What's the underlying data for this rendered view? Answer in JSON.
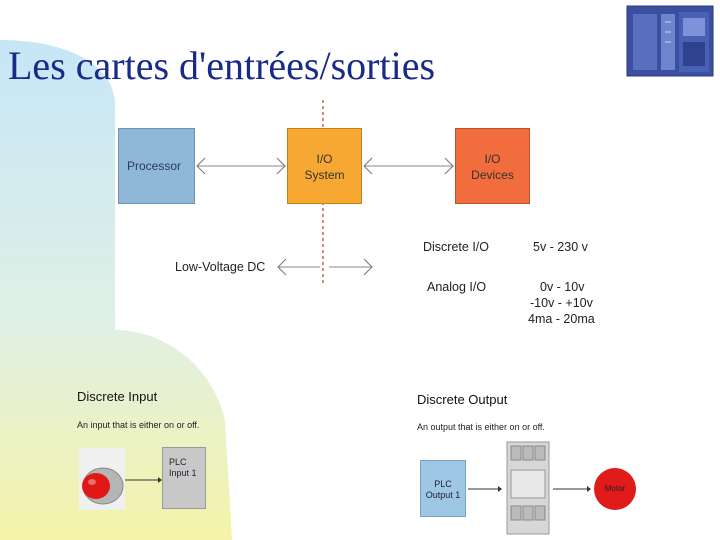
{
  "title": "Les cartes d'entrées/sorties",
  "diagram": {
    "processor": "Processor",
    "io_system": [
      "I/O",
      "System"
    ],
    "io_devices": [
      "I/O",
      "Devices"
    ],
    "low_voltage": "Low-Voltage DC",
    "discrete_io": "Discrete I/O",
    "discrete_range": "5v - 230 v",
    "analog_io": "Analog I/O",
    "analog_ranges": [
      "0v - 10v",
      "-10v - +10v",
      "4ma - 20ma"
    ]
  },
  "discrete_input": {
    "heading": "Discrete Input",
    "desc": "An input that is either on or off.",
    "plc_label": [
      "PLC",
      "Input 1"
    ]
  },
  "discrete_output": {
    "heading": "Discrete Output",
    "desc": "An output that is either on or off.",
    "plc_label": [
      "PLC",
      "Output 1"
    ],
    "motor": "Motor"
  },
  "colors": {
    "title": "#1a2a8a",
    "processor": "#8fb8d8",
    "io_system": "#f7a832",
    "io_devices": "#f26d3d",
    "motor": "#e11a1a"
  }
}
